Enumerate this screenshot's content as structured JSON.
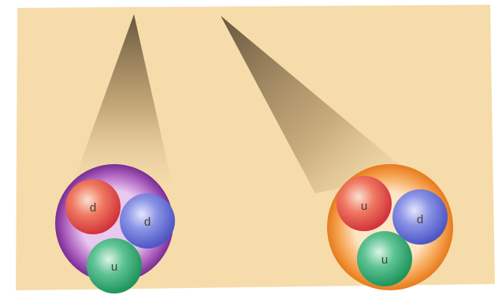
{
  "colors": {
    "background": "#f6dcab",
    "cone_top": "#6b5a40",
    "cone_bottom": "#f2d6a3",
    "left_particle_shell": "#8e3ba6",
    "right_particle_shell": "#f08a2a",
    "quark_red": "#e8504a",
    "quark_blue": "#6e78d8",
    "quark_green": "#3cae78"
  },
  "particles": [
    {
      "shell_color": "purple",
      "quarks": [
        {
          "label": "d",
          "color": "red"
        },
        {
          "label": "d",
          "color": "blue"
        },
        {
          "label": "u",
          "color": "green"
        }
      ]
    },
    {
      "shell_color": "orange",
      "quarks": [
        {
          "label": "u",
          "color": "red"
        },
        {
          "label": "d",
          "color": "blue"
        },
        {
          "label": "u",
          "color": "green"
        }
      ]
    }
  ]
}
